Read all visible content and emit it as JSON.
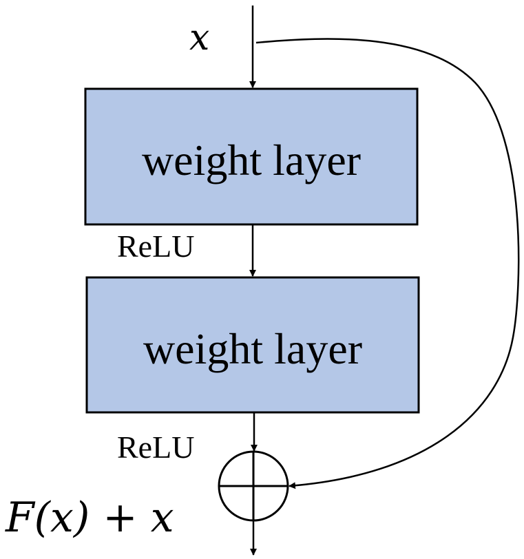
{
  "input_label": "x",
  "blocks": [
    {
      "label": "weight layer"
    },
    {
      "label": "weight layer"
    }
  ],
  "activations": [
    "ReLU",
    "ReLU"
  ],
  "output_label": "F(x) + x",
  "colors": {
    "block_fill": "#b4c7e7",
    "stroke": "#000000",
    "background": "#ffffff"
  }
}
